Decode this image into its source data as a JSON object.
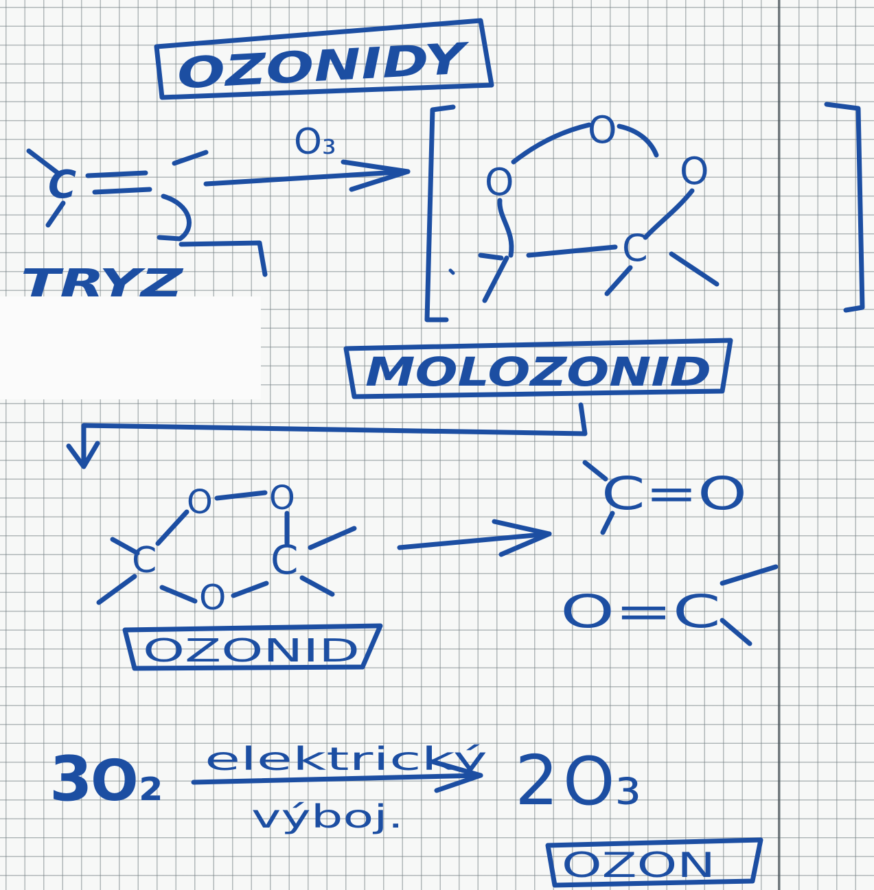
{
  "sheet": {
    "ink_color": "#1c4ea2",
    "paper_color": "#f7f8f7",
    "grid_color": "#787f87"
  },
  "labels": {
    "title": "OZONIDY",
    "reagent": "O₃",
    "alkene_label": "TRYZ",
    "molozonide_label": "MOLOZONID",
    "ozonide_label": "OZONID",
    "ozone_label": "OZON"
  },
  "molozonide": {
    "atoms": [
      "O",
      "O",
      "O",
      "C"
    ]
  },
  "ozonide": {
    "atoms": [
      "O",
      "O",
      "C",
      "C",
      "O"
    ]
  },
  "products": {
    "carbonyl_top": "C=O",
    "carbonyl_bottom": "O=C"
  },
  "alkene": {
    "carbon": "C"
  },
  "equation": {
    "reactant_coef": "3",
    "reactant": "O₂",
    "condition_above": "elektrický",
    "condition_below": "výboj.",
    "product_coef": "2",
    "product": "O₃"
  }
}
